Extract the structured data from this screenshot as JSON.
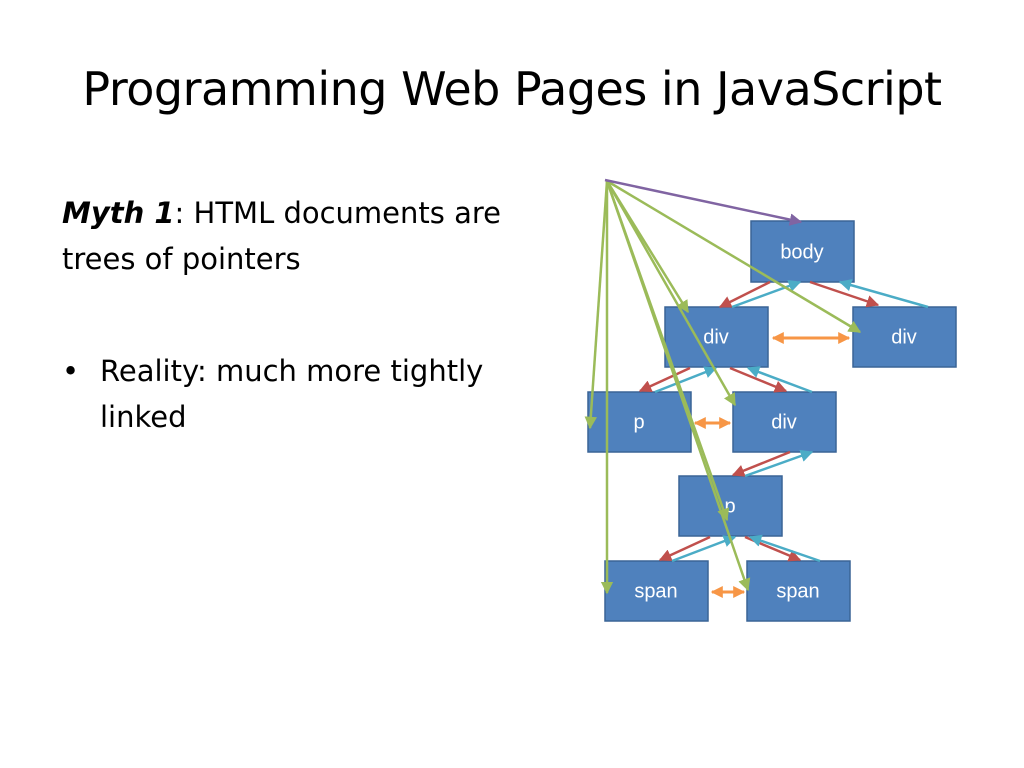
{
  "slide": {
    "title": "Programming Web Pages in JavaScript",
    "myth": {
      "label": "Myth 1",
      "text": ": HTML documents are trees of pointers"
    },
    "bullets": [
      {
        "text": "Reality: much more tightly linked"
      }
    ]
  },
  "diagram": {
    "nodes": [
      {
        "id": "body",
        "label": "body"
      },
      {
        "id": "div1",
        "label": "div"
      },
      {
        "id": "div2",
        "label": "div"
      },
      {
        "id": "p1",
        "label": "p"
      },
      {
        "id": "div3",
        "label": "div"
      },
      {
        "id": "p2",
        "label": "p"
      },
      {
        "id": "span1",
        "label": "span"
      },
      {
        "id": "span2",
        "label": "span"
      }
    ],
    "links": {
      "parent_to_first_child": {
        "color": "#c0504d",
        "role": "red arrows"
      },
      "child_to_parent": {
        "color": "#4bacc6",
        "role": "cyan arrows"
      },
      "sibling": {
        "color": "#f79646",
        "role": "orange double arrows"
      },
      "document_to_node": {
        "color": "#9bbb59",
        "role": "green arrows from top point"
      },
      "document_to_body": {
        "color": "#8064a2",
        "role": "purple arrow"
      }
    }
  }
}
